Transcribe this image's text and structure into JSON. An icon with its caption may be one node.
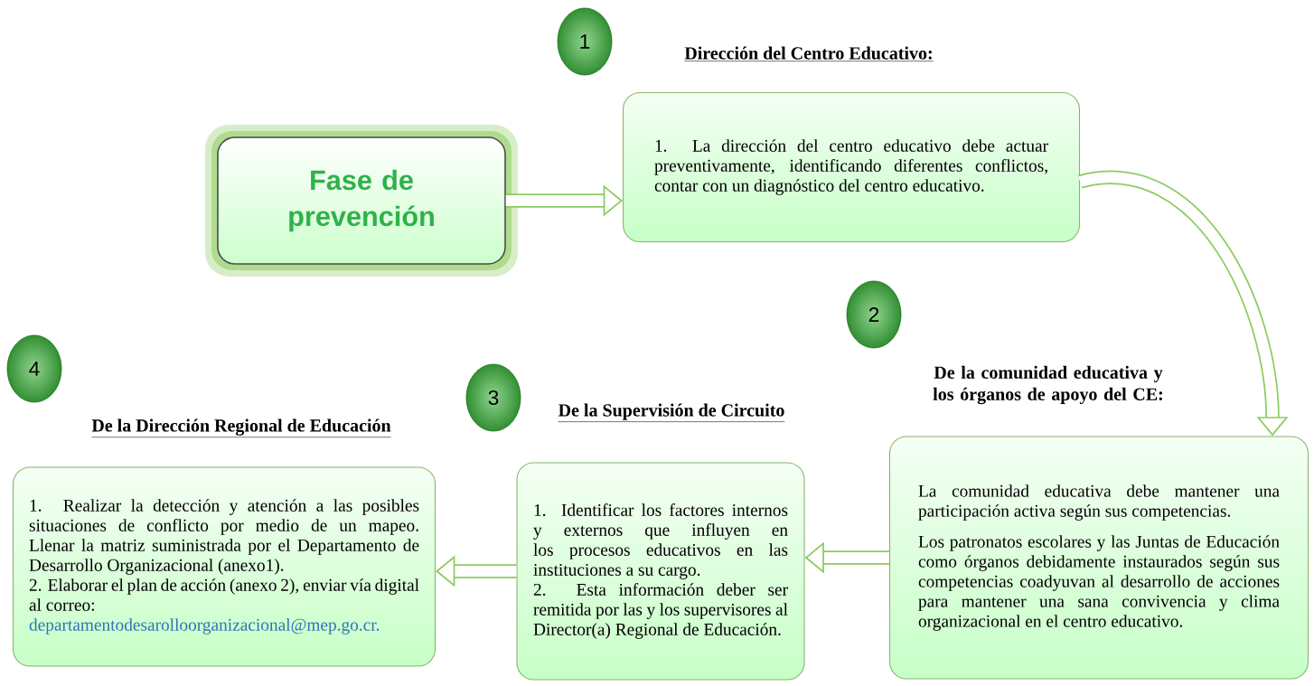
{
  "diagram": {
    "nodes": [
      {
        "text": [
          "Fase de prevención"
        ]
      },
      {
        "text": [
          "Dirección del Centro Educativo:",
          "1. La dirección del centro educativo debe actuar preventivamente, identificando diferentes conflictos, contar con un diagnóstico del centro educativo."
        ]
      },
      {
        "text": [
          "De la comunidad educativa y los órganos de apoyo del CE:",
          "La comunidad educativa debe mantener una participación activa según sus competencias.",
          "Los patronatos escolares y las Juntas de Educación como órganos debidamente instaurados según sus competencias coadyuvan al desarrollo de acciones para mantener una sana convivencia y clima organizacional en el centro educativo."
        ]
      },
      {
        "text": [
          "De la Supervisión de Circuito",
          "1. Identificar los factores internos y externos que influyen en los procesos educativos en las instituciones a su cargo.",
          "2. Esta información deber ser remitida por las y los supervisores al Director(a) Regional de Educación."
        ]
      },
      {
        "text": [
          "De la Dirección Regional de Educación",
          "1. Realizar la detección y atención a las posibles situaciones de conflicto por medio de un mapeo. Llenar la matriz suministrada por el Departamento de Desarrollo Organizacional (anexo1).",
          "2. Elaborar el plan de acción (anexo 2), enviar vía digital al correo:",
          "departamentodesarolloorganizacional@mep.go.cr."
        ]
      },
      {
        "text": [
          "1"
        ]
      },
      {
        "text": [
          "2"
        ]
      },
      {
        "text": [
          "3"
        ]
      },
      {
        "text": [
          "4"
        ]
      }
    ],
    "edges": [
      {
        "from": 0,
        "to": 1,
        "arrow": "to"
      },
      {
        "from": 1,
        "to": 2,
        "arrow": "to"
      },
      {
        "from": 2,
        "to": 3,
        "arrow": "to"
      },
      {
        "from": 3,
        "to": 4,
        "arrow": "to"
      }
    ]
  }
}
